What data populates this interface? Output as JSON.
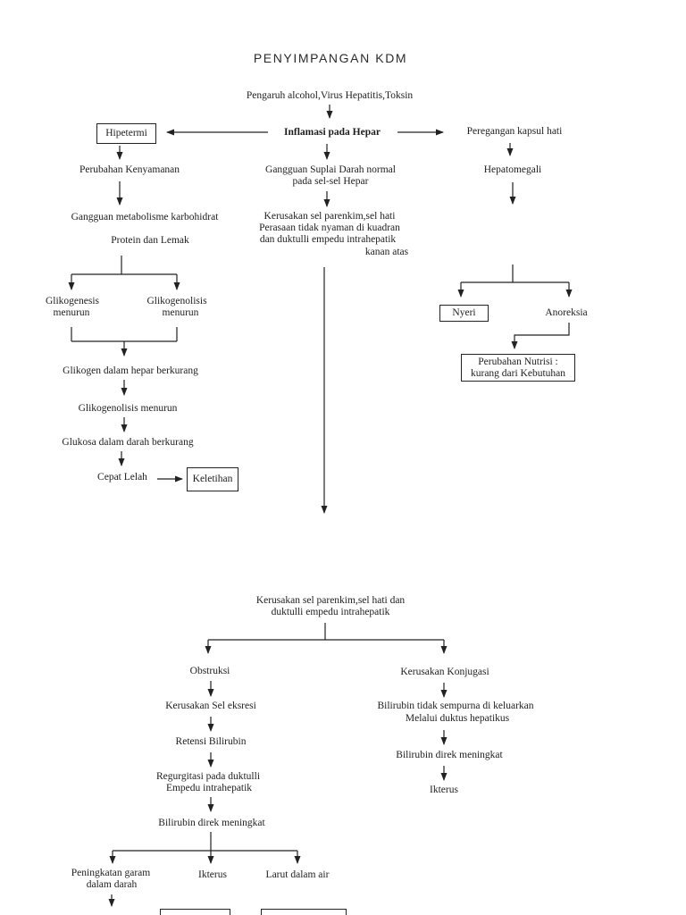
{
  "page": {
    "title": "PENYIMPANGAN KDM",
    "colors": {
      "ink": "#222222",
      "background": "#ffffff"
    }
  },
  "diagram": {
    "top": {
      "cause": "Pengaruh alcohol,Virus Hepatitis,Toksin",
      "inflamasi": "Inflamasi pada Hepar",
      "hipetermi": "Hipetermi",
      "peregangan": "Peregangan kapsul hati"
    },
    "left": {
      "perubahan_kenyamanan": "Perubahan Kenyamanan",
      "gangguan_metabolisme_l1": "Gangguan metabolisme karbohidrat",
      "gangguan_metabolisme_l2": "Protein dan Lemak",
      "glikogenesis_l1": "Glikogenesis",
      "glikogenesis_l2": "menurun",
      "glikogenolisis_l1": "Glikogenolisis",
      "glikogenolisis_l2": "menurun",
      "glikogen_hepar": "Glikogen dalam hepar berkurang",
      "glikogenolisis_menurun": "Glikogenolisis menurun",
      "glukosa": "Glukosa dalam darah berkurang",
      "cepat_lelah": "Cepat Lelah",
      "keletihan": "Keletihan"
    },
    "middle": {
      "gangguan_suplai_l1": "Gangguan Suplai Darah normal",
      "gangguan_suplai_l2": "pada sel-sel Hepar",
      "kerusakan_l1": "Kerusakan sel parenkim,sel hati",
      "kerusakan_l2": "Perasaan tidak nyaman di kuadran",
      "kerusakan_l3": "dan duktulli empedu intrahepatik",
      "kanan_atas": "kanan atas"
    },
    "right": {
      "hepatomegali": "Hepatomegali",
      "nyeri": "Nyeri",
      "anoreksia": "Anoreksia",
      "perubahan_nutrisi_l1": "Perubahan Nutrisi :",
      "perubahan_nutrisi_l2": "kurang dari Kebutuhan"
    },
    "lower": {
      "hub_l1": "Kerusakan sel parenkim,sel hati dan",
      "hub_l2": "duktulli empedu intrahepatik",
      "obstruksi": "Obstruksi",
      "kerusakan_sel_eksresi": "Kerusakan Sel eksresi",
      "retensi_bilirubin": "Retensi Bilirubin",
      "regurgitasi_l1": "Regurgitasi pada duktulli",
      "regurgitasi_l2": "Empedu intrahepatik",
      "bilirubin_direk_left": "Bilirubin direk meningkat",
      "kerusakan_konjugasi": "Kerusakan Konjugasi",
      "bilirubin_tidak_l1": "Bilirubin tidak sempurna di keluarkan",
      "bilirubin_tidak_l2": "Melalui duktus hepatikus",
      "bilirubin_direk_right": "Bilirubin direk meningkat",
      "ikterus_right": "Ikterus"
    },
    "bottom": {
      "peningkatan_garam_l1": "Peningkatan garam",
      "peningkatan_garam_l2": "dalam darah",
      "ikterus": "Ikterus",
      "larut_dalam_air": "Larut dalam air"
    }
  }
}
